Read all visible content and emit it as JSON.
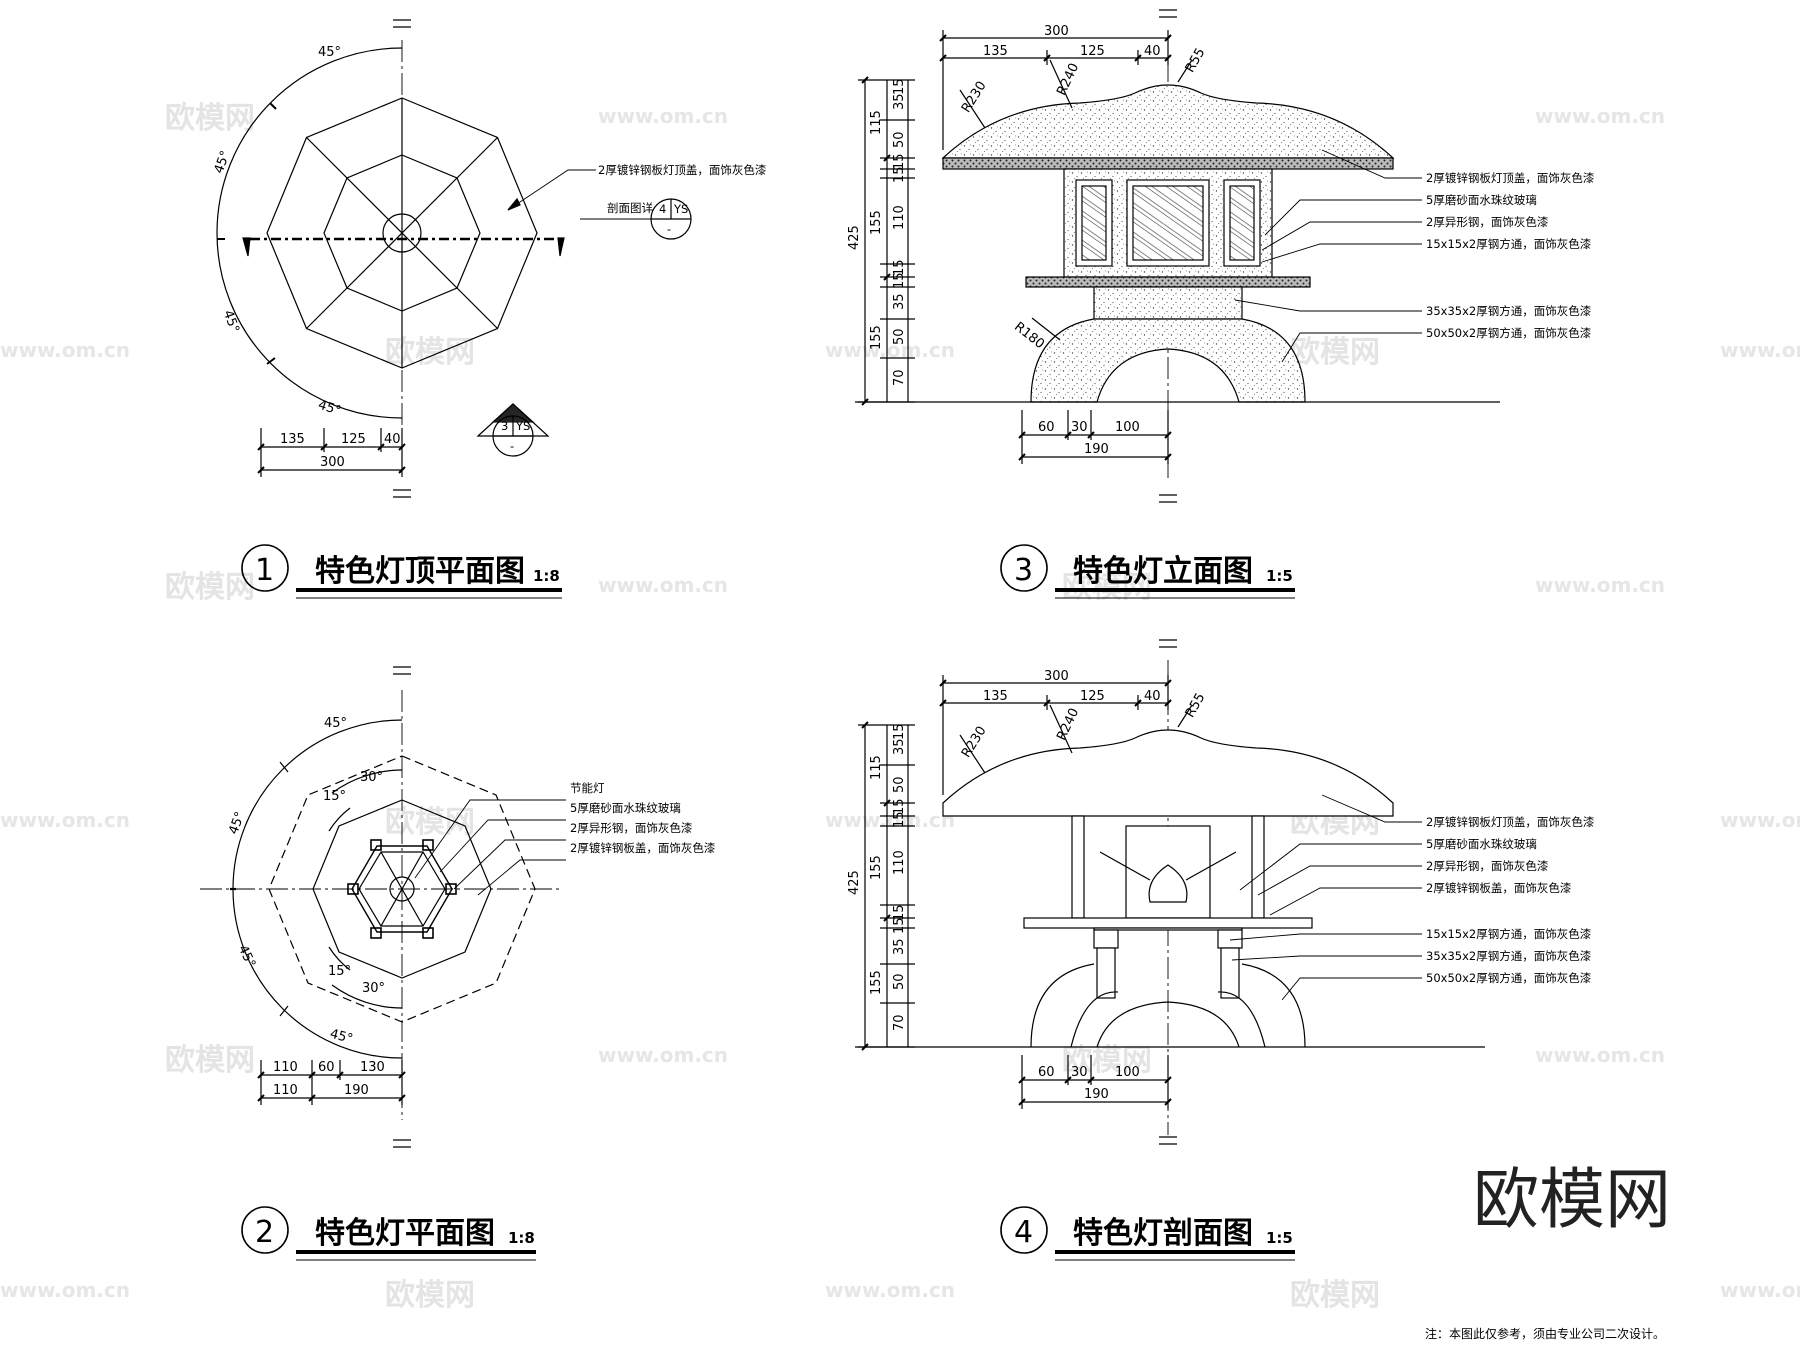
{
  "watermark": {
    "brand": "欧模网",
    "small": "欧模网",
    "url": "www.om.cn"
  },
  "footer_note": "注：本图此仅参考，须由专业公司二次设计。",
  "drawings": [
    {
      "number": "1",
      "title": "特色灯顶平面图",
      "scale": "1:8",
      "angles": [
        "45°",
        "45°",
        "45°",
        "45°"
      ],
      "section_ref_text": "剖面图详",
      "section_ref": {
        "num": "4",
        "sheet": "YS",
        "sub": "-"
      },
      "view_ref": {
        "num": "3",
        "sheet": "YS",
        "sub": "-"
      },
      "callouts": [
        "2厚镀锌钢板灯顶盖，面饰灰色漆"
      ],
      "dims_row1": [
        "135",
        "125",
        "40"
      ],
      "dims_row2": [
        "300"
      ]
    },
    {
      "number": "2",
      "title": "特色灯平面图",
      "scale": "1:8",
      "angles": [
        "45°",
        "45°",
        "45°",
        "45°",
        "30°",
        "15°",
        "15°",
        "30°"
      ],
      "callouts": [
        "节能灯",
        "5厚磨砂面水珠纹玻璃",
        "2厚异形钢，面饰灰色漆",
        "2厚镀锌钢板盖，面饰灰色漆"
      ],
      "dims_row1": [
        "110",
        "60",
        "130"
      ],
      "dims_row2": [
        "110",
        "190"
      ]
    },
    {
      "number": "3",
      "title": "特色灯立面图",
      "scale": "1:5",
      "dims_top1": [
        "300"
      ],
      "dims_top2": [
        "135",
        "125",
        "40"
      ],
      "radii": [
        "R240",
        "R230",
        "R55",
        "R180"
      ],
      "dims_left_outer": [
        "115",
        "155",
        "155"
      ],
      "dims_left_inner": [
        "35",
        "15",
        "50",
        "15",
        "15",
        "110",
        "15",
        "15",
        "35",
        "50",
        "70"
      ],
      "dims_left_total": "425",
      "dims_bottom1": [
        "60",
        "30",
        "100"
      ],
      "dims_bottom2": [
        "190"
      ],
      "callouts": [
        "2厚镀锌钢板灯顶盖，面饰灰色漆",
        "5厚磨砂面水珠纹玻璃",
        "2厚异形钢，面饰灰色漆",
        "15x15x2厚钢方通，面饰灰色漆",
        "35x35x2厚钢方通，面饰灰色漆",
        "50x50x2厚钢方通，面饰灰色漆"
      ]
    },
    {
      "number": "4",
      "title": "特色灯剖面图",
      "scale": "1:5",
      "dims_top1": [
        "300"
      ],
      "dims_top2": [
        "135",
        "125",
        "40"
      ],
      "radii": [
        "R240",
        "R230",
        "R55"
      ],
      "dims_left_outer": [
        "115",
        "155",
        "155"
      ],
      "dims_left_inner": [
        "35",
        "15",
        "50",
        "15",
        "15",
        "110",
        "15",
        "15",
        "35",
        "50",
        "70"
      ],
      "dims_left_total": "425",
      "dims_bottom1": [
        "60",
        "30",
        "100"
      ],
      "dims_bottom2": [
        "190"
      ],
      "callouts": [
        "2厚镀锌钢板灯顶盖，面饰灰色漆",
        "5厚磨砂面水珠纹玻璃",
        "2厚异形钢，面饰灰色漆",
        "2厚镀锌钢板盖，面饰灰色漆",
        "15x15x2厚钢方通，面饰灰色漆",
        "35x35x2厚钢方通，面饰灰色漆",
        "50x50x2厚钢方通，面饰灰色漆"
      ]
    }
  ]
}
